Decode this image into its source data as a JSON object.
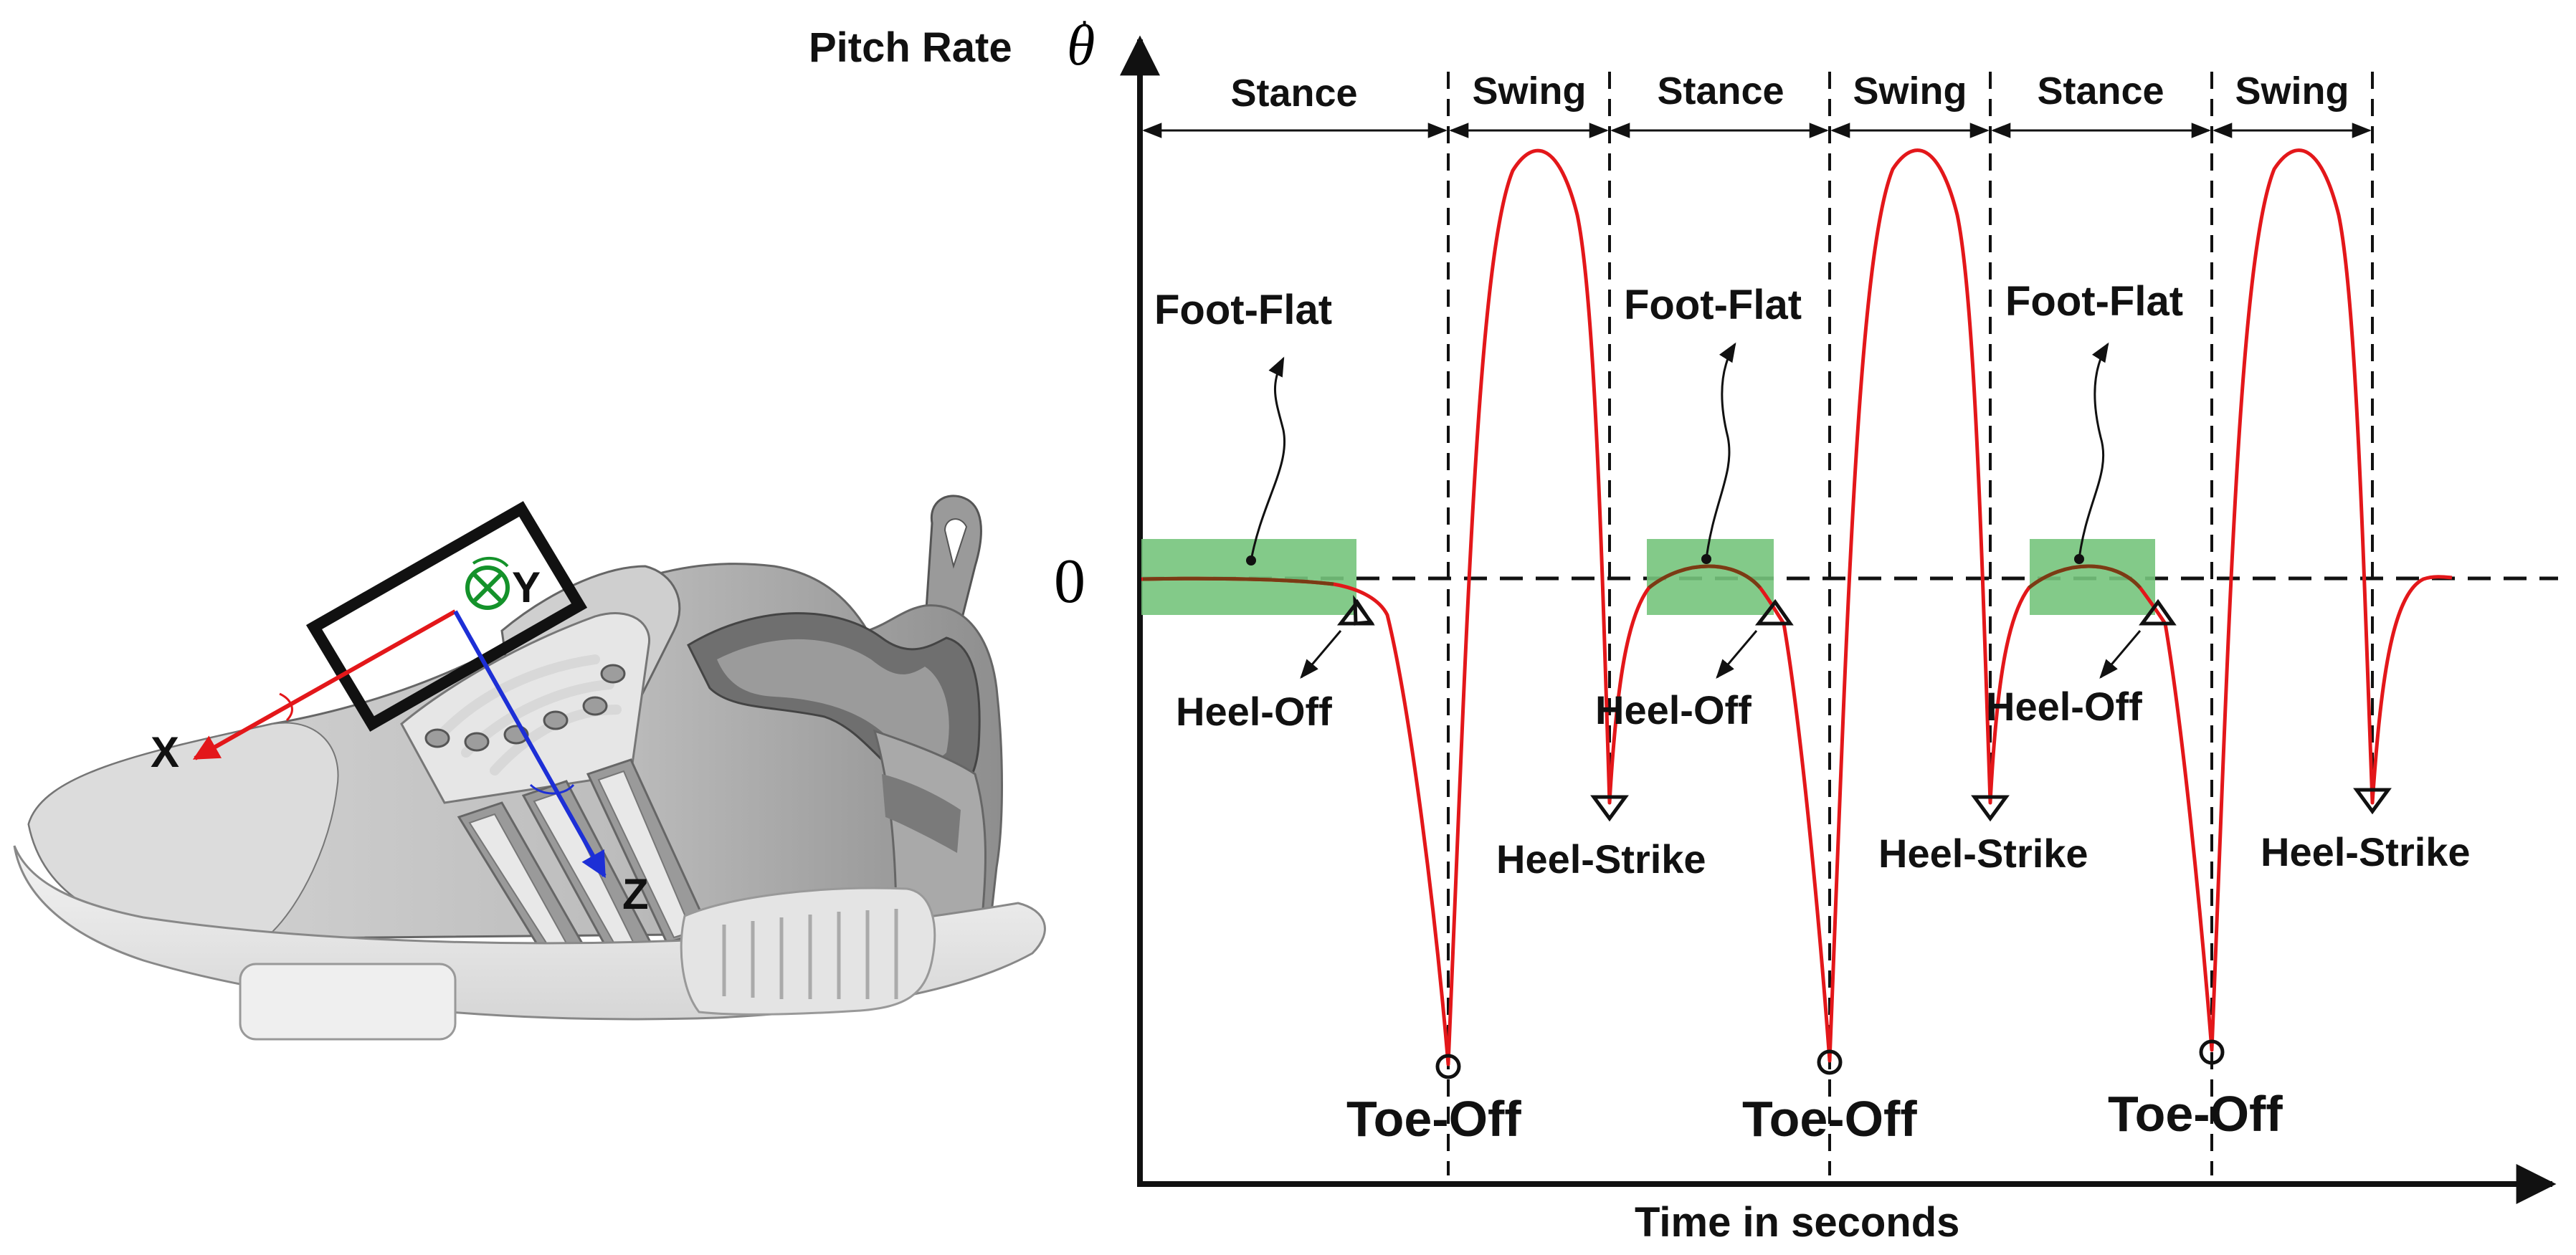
{
  "figure": {
    "y_axis_label": "Pitch Rate",
    "y_axis_symbol": "θ",
    "x_axis_label": "Time in seconds",
    "zero_label": "0"
  },
  "phases": [
    {
      "label": "Stance"
    },
    {
      "label": "Swing"
    },
    {
      "label": "Stance"
    },
    {
      "label": "Swing"
    },
    {
      "label": "Stance"
    },
    {
      "label": "Swing"
    }
  ],
  "events": {
    "foot_flat": "Foot-Flat",
    "heel_off": "Heel-Off",
    "toe_off": "Toe-Off",
    "heel_strike": "Heel-Strike"
  },
  "shoe_axes": {
    "x": "X",
    "y": "Y",
    "z": "Z"
  },
  "colors": {
    "signal": "#e3171a",
    "foot_flat_band": "#76c47c",
    "foot_flat_curve": "#7a3b14",
    "axis_x": "#e3171a",
    "axis_y": "#14922a",
    "axis_z": "#1d2fd6",
    "sensor_box": "#111111"
  },
  "icons": [
    "shoe-illustration",
    "imu-sensor-box",
    "rotation-arrow-icon",
    "heel-off-triangle-icon",
    "heel-strike-triangle-icon",
    "toe-off-circle-icon"
  ]
}
